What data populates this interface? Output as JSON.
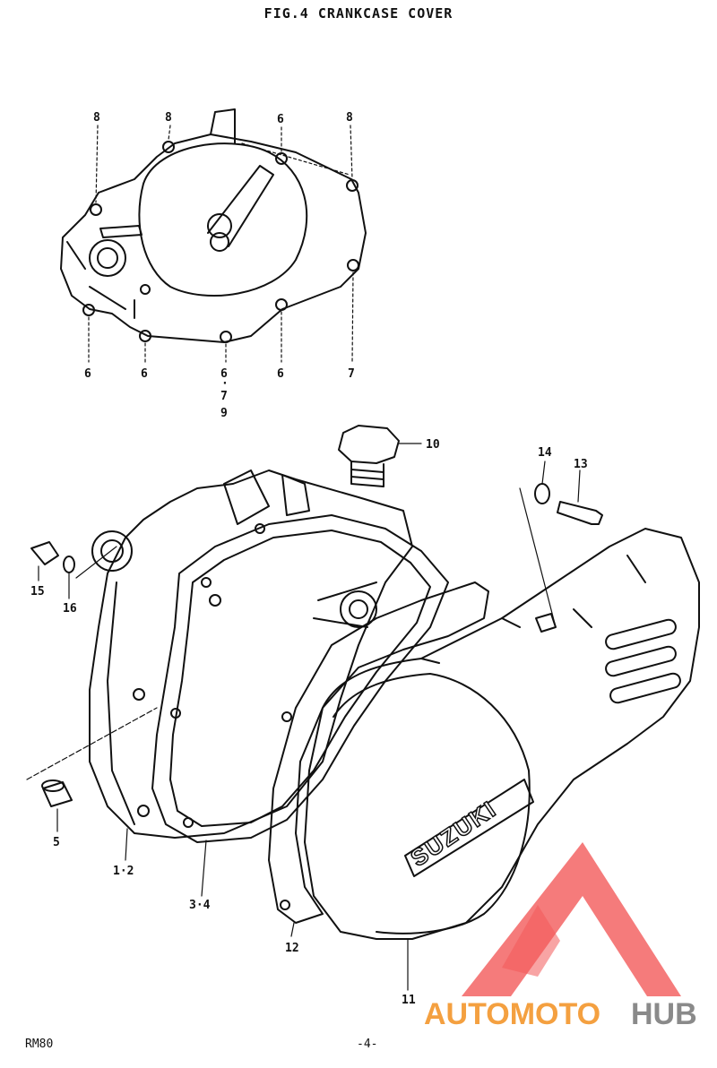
{
  "figure": {
    "title": "FIG.4  CRANKCASE COVER",
    "model": "RM80",
    "page": "-4-"
  },
  "callouts": {
    "top": [
      "8",
      "8",
      "6",
      "8"
    ],
    "bottom": [
      "6",
      "6",
      "6",
      "6",
      "7"
    ],
    "stack": [
      "7",
      "9"
    ],
    "c10": "10",
    "c14": "14",
    "c13": "13",
    "c15": "15",
    "c16": "16",
    "c5": "5",
    "c12a": "1·2",
    "c34": "3·4",
    "c12": "12",
    "c11": "11"
  },
  "cover_logo": "SUZUKI",
  "watermark": {
    "part1": "AUTOMOTO",
    "part2": "HUB",
    "color1": "#f4a040",
    "color2": "#8a8a8a",
    "accent": "#f25a5a"
  }
}
